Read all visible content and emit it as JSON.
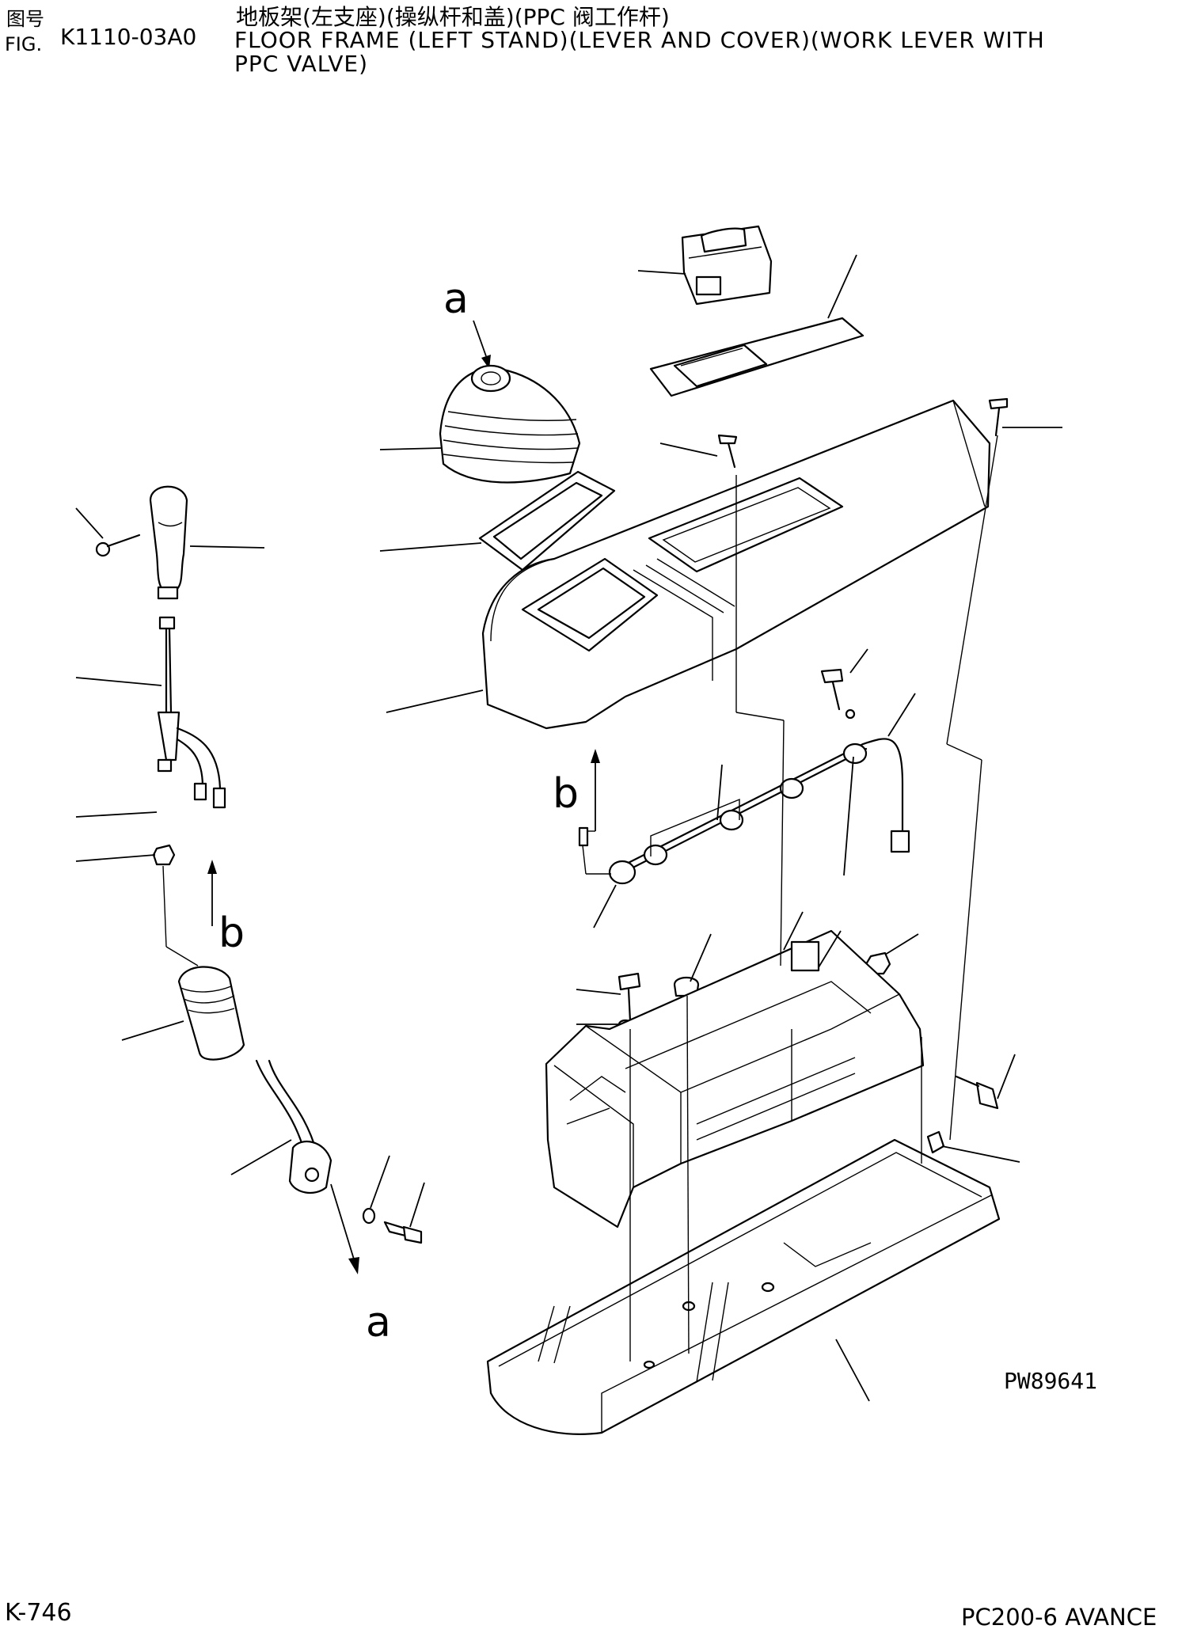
{
  "header": {
    "cn_label": "图号",
    "fig_label": "FIG.",
    "figure_number": "K1110-03A0",
    "title_cn": "地板架(左支座)(操纵杆和盖)(PPC 阀工作杆)",
    "title_en_line1": "FLOOR FRAME (LEFT STAND)(LEVER AND COVER)(WORK LEVER WITH",
    "title_en_line2": "PPC VALVE)"
  },
  "diagram": {
    "connection_labels": [
      "a",
      "a",
      "b",
      "b"
    ],
    "reference_code": "PW89641"
  },
  "footer": {
    "page": "K-746",
    "model": "PC200-6 AVANCE"
  }
}
